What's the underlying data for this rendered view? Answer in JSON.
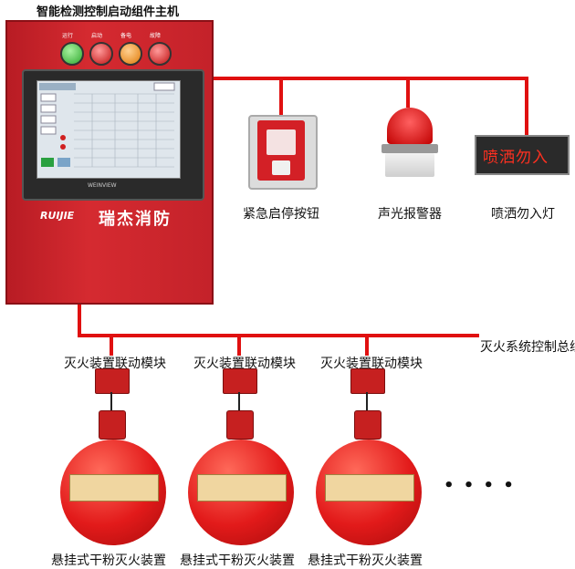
{
  "controller": {
    "title": "智能检测控制启动组件主机",
    "indicators": [
      {
        "label": "运行",
        "color": "#3cc23c"
      },
      {
        "label": "启动",
        "color": "#e0262a"
      },
      {
        "label": "备电",
        "color": "#f08a10"
      },
      {
        "label": "故障",
        "color": "#e0262a"
      }
    ],
    "screen_brand": "WEINVIEW",
    "brand_logo": "RUIJIE",
    "brand_name": "瑞杰消防"
  },
  "devices": {
    "emergency_button": "紧急启停按钮",
    "alarm": "声光报警器",
    "no_entry_light": "喷洒勿入灯",
    "no_entry_sign_text": "喷洒勿入"
  },
  "bus_label": "灭火系统控制总线",
  "module_label": "灭火装置联动模块",
  "extinguisher_label": "悬挂式干粉灭火装置",
  "ellipsis": "• • • •",
  "colors": {
    "panel_red": "#c8222a",
    "bus_red": "#e01010",
    "tank_red": "#e21a1a"
  }
}
